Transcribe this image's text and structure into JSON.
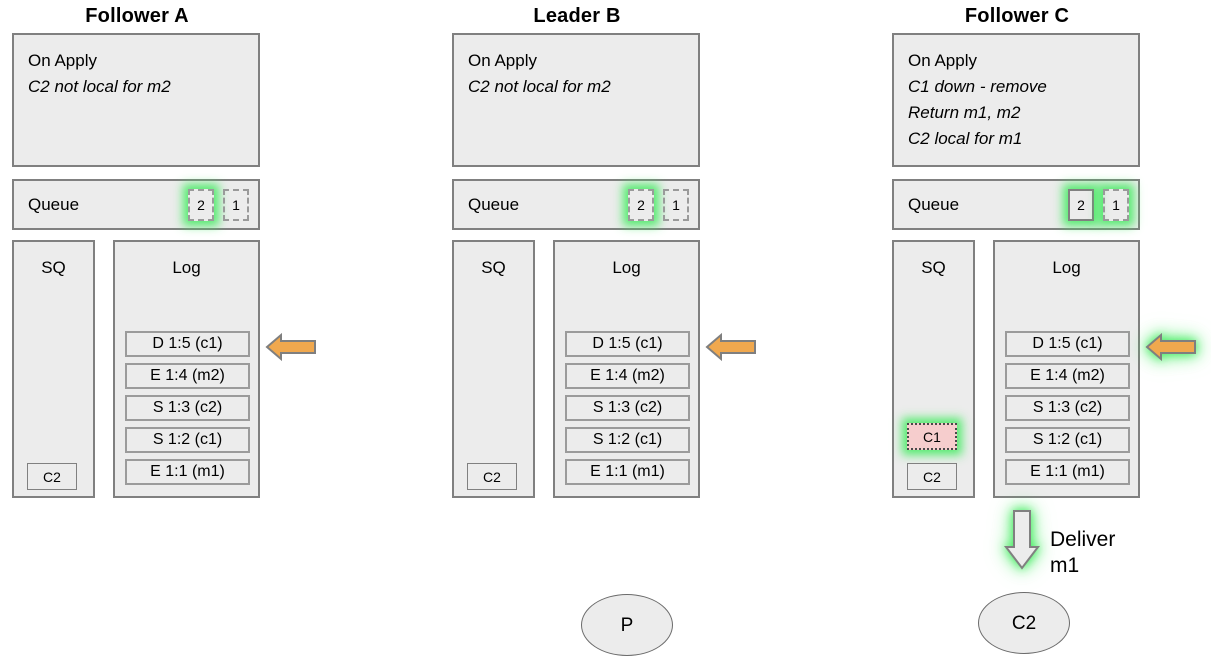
{
  "diagram": {
    "colors": {
      "panel_fill": "#ececec",
      "panel_border": "#808080",
      "arrow_orange": "#f0a84e",
      "arrow_border": "#7f7f7f",
      "highlight_green": "#3ceb5a",
      "pink_fill": "#f6cdcd"
    }
  },
  "columns": [
    {
      "id": "follower-a",
      "title": "Follower A",
      "on_apply": {
        "heading": "On Apply",
        "lines": [
          "C2 not local for m2"
        ]
      },
      "queue": {
        "label": "Queue",
        "slots": [
          {
            "value": "2",
            "style": "dashed",
            "highlighted": true
          },
          {
            "value": "1",
            "style": "dashed",
            "highlighted": false
          }
        ]
      },
      "sq": {
        "title": "SQ",
        "items": [
          {
            "value": "C2",
            "style": "plain",
            "highlighted": false
          }
        ]
      },
      "log": {
        "title": "Log",
        "entries": [
          "D 1:5 (c1)",
          "E 1:4 (m2)",
          "S 1:3 (c2)",
          "S 1:2 (c1)",
          "E 1:1 (m1)"
        ]
      },
      "arrow": {
        "direction": "left",
        "color": "orange",
        "highlighted": false
      },
      "deliver": null,
      "node": null
    },
    {
      "id": "leader-b",
      "title": "Leader B",
      "on_apply": {
        "heading": "On Apply",
        "lines": [
          "C2 not local for m2"
        ]
      },
      "queue": {
        "label": "Queue",
        "slots": [
          {
            "value": "2",
            "style": "dashed",
            "highlighted": true
          },
          {
            "value": "1",
            "style": "dashed",
            "highlighted": false
          }
        ]
      },
      "sq": {
        "title": "SQ",
        "items": [
          {
            "value": "C2",
            "style": "plain",
            "highlighted": false
          }
        ]
      },
      "log": {
        "title": "Log",
        "entries": [
          "D 1:5 (c1)",
          "E 1:4 (m2)",
          "S 1:3 (c2)",
          "S 1:2 (c1)",
          "E 1:1 (m1)"
        ]
      },
      "arrow": {
        "direction": "left",
        "color": "orange",
        "highlighted": false
      },
      "deliver": null,
      "node": {
        "label": "P"
      }
    },
    {
      "id": "follower-c",
      "title": "Follower C",
      "on_apply": {
        "heading": "On Apply",
        "lines": [
          "C1 down - remove",
          "Return m1, m2",
          "C2 local for m1"
        ]
      },
      "queue": {
        "label": "Queue",
        "slots": [
          {
            "value": "2",
            "style": "solid",
            "highlighted": true
          },
          {
            "value": "1",
            "style": "dashed",
            "highlighted": true
          }
        ]
      },
      "sq": {
        "title": "SQ",
        "items": [
          {
            "value": "C1",
            "style": "pink",
            "highlighted": true
          },
          {
            "value": "C2",
            "style": "plain",
            "highlighted": false
          }
        ]
      },
      "log": {
        "title": "Log",
        "entries": [
          "D 1:5 (c1)",
          "E 1:4 (m2)",
          "S 1:3 (c2)",
          "S 1:2 (c1)",
          "E 1:1 (m1)"
        ]
      },
      "arrow": {
        "direction": "left",
        "color": "orange",
        "highlighted": true
      },
      "deliver": {
        "label": "Deliver\nm1"
      },
      "node": {
        "label": "C2"
      }
    }
  ]
}
